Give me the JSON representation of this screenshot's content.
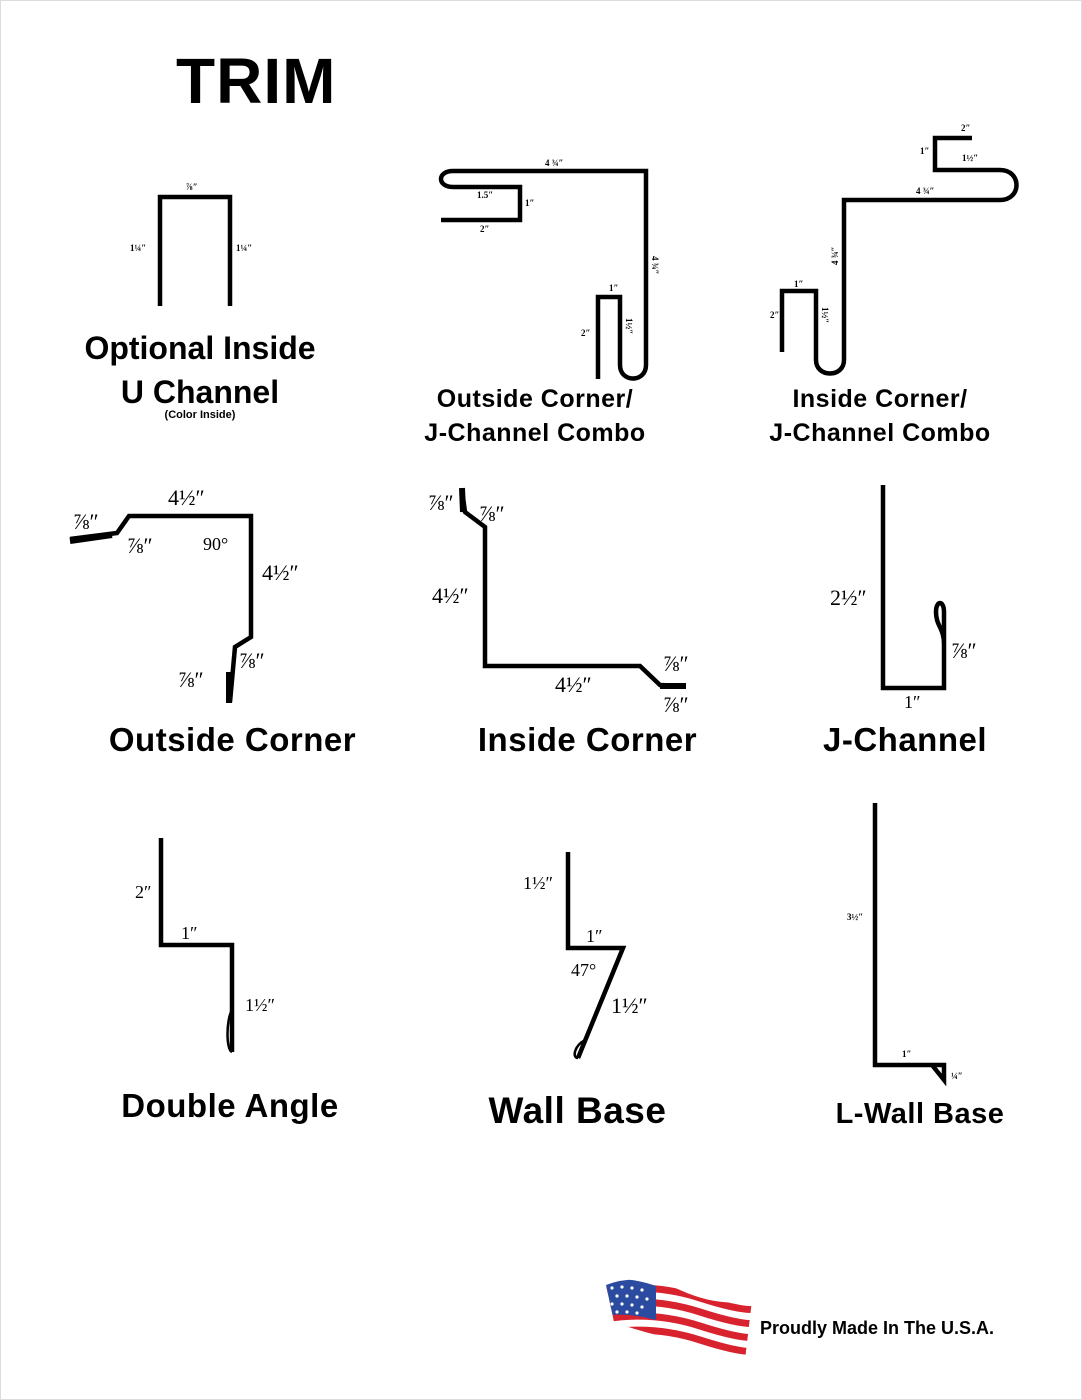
{
  "page": {
    "title": "TRIM"
  },
  "profiles": {
    "u_channel": {
      "name_line1": "Optional Inside",
      "name_line2": "U Channel",
      "note": "(Color Inside)",
      "dims": {
        "top": "⅞″",
        "left": "1¼″",
        "right": "1¼″"
      }
    },
    "outside_corner_j": {
      "name_line1": "Outside Corner/",
      "name_line2": "J-Channel Combo",
      "dims": {
        "top": "4 ¾″",
        "side": "4 ¾″",
        "hook_top": "1.5″",
        "hook_side": "1″",
        "hook_bottom": "2″",
        "j_top": "1″",
        "j_left": "2″",
        "j_right": "1½″"
      }
    },
    "inside_corner_j": {
      "name_line1": "Inside Corner/",
      "name_line2": "J-Channel Combo",
      "dims": {
        "hook_top": "2″",
        "hook_left": "1″",
        "hook_inner": "1½″",
        "top": "4 ¾″",
        "side": "4 ¾″",
        "j_top": "1″",
        "j_left": "2″",
        "j_right": "1½″"
      }
    },
    "outside_corner": {
      "name": "Outside Corner",
      "dims": {
        "left_tab": "⅞″",
        "left_tab2": "⅞″",
        "top": "4½″",
        "angle": "90°",
        "right": "4½″",
        "bottom_tab": "⅞″",
        "bottom_tab2": "⅞″"
      }
    },
    "inside_corner": {
      "name": "Inside Corner",
      "dims": {
        "top_tab": "⅞″",
        "top_tab2": "⅞″",
        "left": "4½″",
        "bottom": "4½″",
        "right_tab": "⅞″",
        "right_tab2": "⅞″"
      }
    },
    "j_channel": {
      "name": "J-Channel",
      "dims": {
        "back": "2½″",
        "return": "⅞″",
        "bottom": "1″"
      }
    },
    "double_angle": {
      "name": "Double Angle",
      "dims": {
        "top": "2″",
        "middle": "1″",
        "bottom": "1½″"
      }
    },
    "wall_base": {
      "name": "Wall Base",
      "dims": {
        "top": "1½″",
        "middle": "1″",
        "angle": "47°",
        "slope": "1½″"
      }
    },
    "l_wall_base": {
      "name": "L-Wall Base",
      "dims": {
        "height": "3½″",
        "foot": "1″",
        "hem": "¼″"
      }
    }
  },
  "footer": {
    "text": "Proudly Made In The U.S.A.",
    "flag_icon": "us-flag-icon"
  },
  "colors": {
    "ink": "#000000",
    "flag_red": "#d8232f",
    "flag_blue": "#2b4ba0"
  }
}
